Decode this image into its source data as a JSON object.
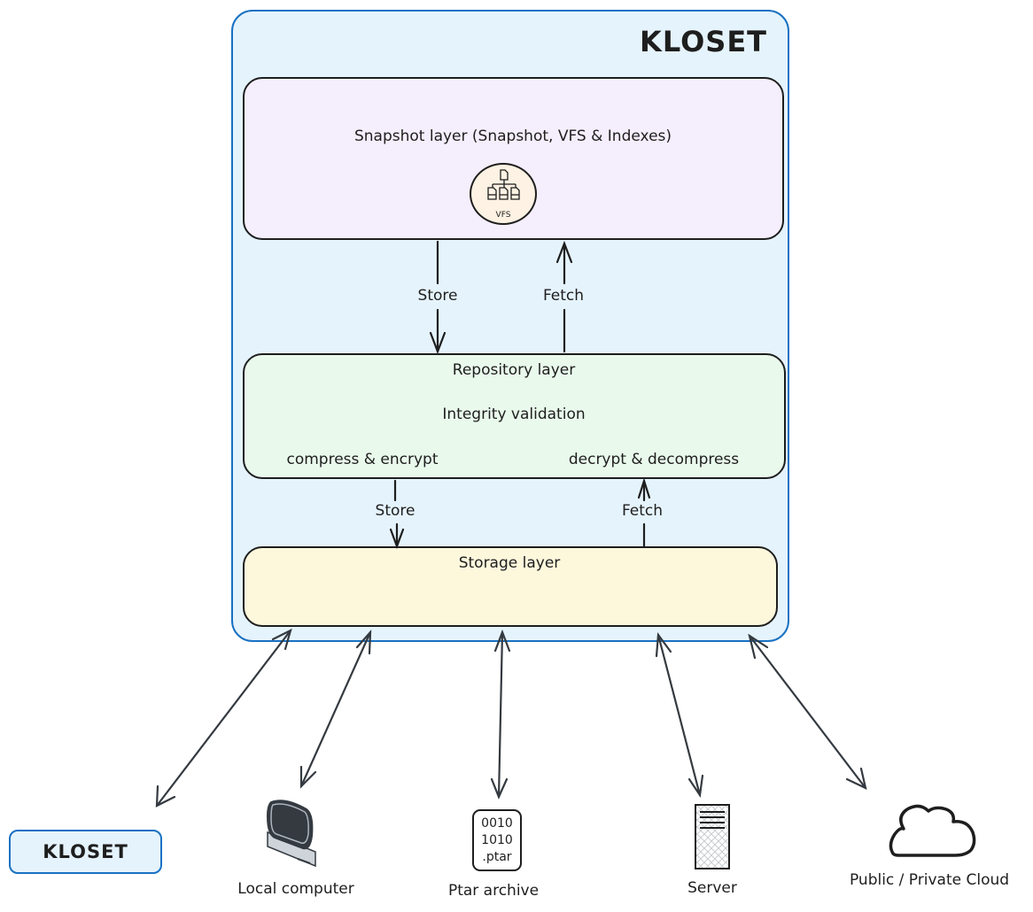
{
  "diagram": {
    "container": {
      "title": "KLOSET",
      "border_color": "#1971c2",
      "fill_color": "#e5f3fd"
    },
    "layers": {
      "snapshot": {
        "label": "Snapshot layer (Snapshot, VFS & Indexes)",
        "icon": "vfs-icon",
        "icon_label": "VFS",
        "fill_color": "#f5eefd"
      },
      "repository": {
        "label": "Repository layer",
        "sublabel": "Integrity validation",
        "left_label": "compress & encrypt",
        "right_label": "decrypt & decompress",
        "fill_color": "#e9f9ec"
      },
      "storage": {
        "label": "Storage layer",
        "fill_color": "#fdf7dc"
      }
    },
    "flows": {
      "snapshot_repo_store": "Store",
      "snapshot_repo_fetch": "Fetch",
      "repo_storage_store": "Store",
      "repo_storage_fetch": "Fetch"
    },
    "backends": [
      {
        "label": "KLOSET",
        "icon": "kloset-box"
      },
      {
        "label": "Local computer",
        "icon": "computer-icon"
      },
      {
        "label": "Ptar archive",
        "icon": "ptar-file-icon",
        "icon_lines": [
          "0010",
          "1010",
          ".ptar"
        ]
      },
      {
        "label": "Server",
        "icon": "server-icon"
      },
      {
        "label": "Public / Private Cloud",
        "icon": "cloud-icon"
      }
    ]
  }
}
